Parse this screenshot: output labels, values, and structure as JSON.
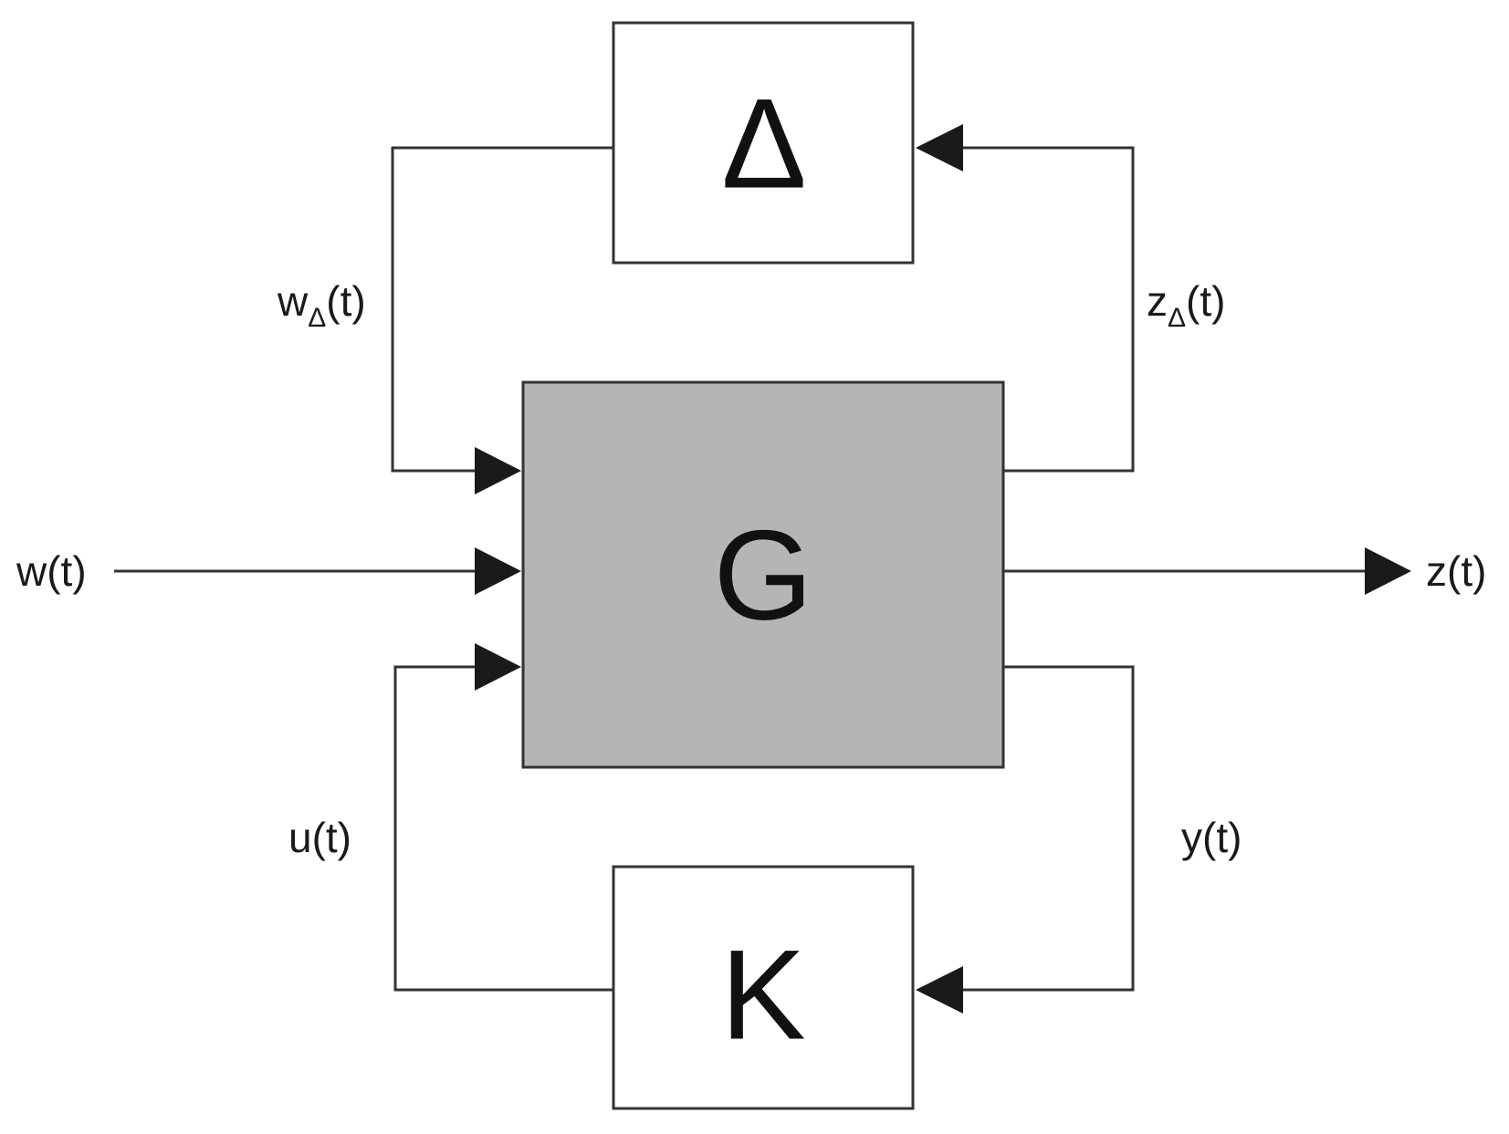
{
  "blocks": {
    "delta": {
      "label": "Δ"
    },
    "plant": {
      "label": "G",
      "fill": "#b5b5b5"
    },
    "controller": {
      "label": "K"
    }
  },
  "signals": {
    "w_delta": {
      "main": "w",
      "sub": "Δ",
      "arg": "(t)"
    },
    "z_delta": {
      "main": "z",
      "sub": "Δ",
      "arg": "(t)"
    },
    "w": {
      "label": "w(t)"
    },
    "z": {
      "label": "z(t)"
    },
    "u": {
      "label": "u(t)"
    },
    "y": {
      "label": "y(t)"
    }
  },
  "colors": {
    "line": "#333333",
    "box_border": "#333333",
    "arrowhead": "#1a1a1a",
    "plant_fill": "#b5b5b5"
  }
}
